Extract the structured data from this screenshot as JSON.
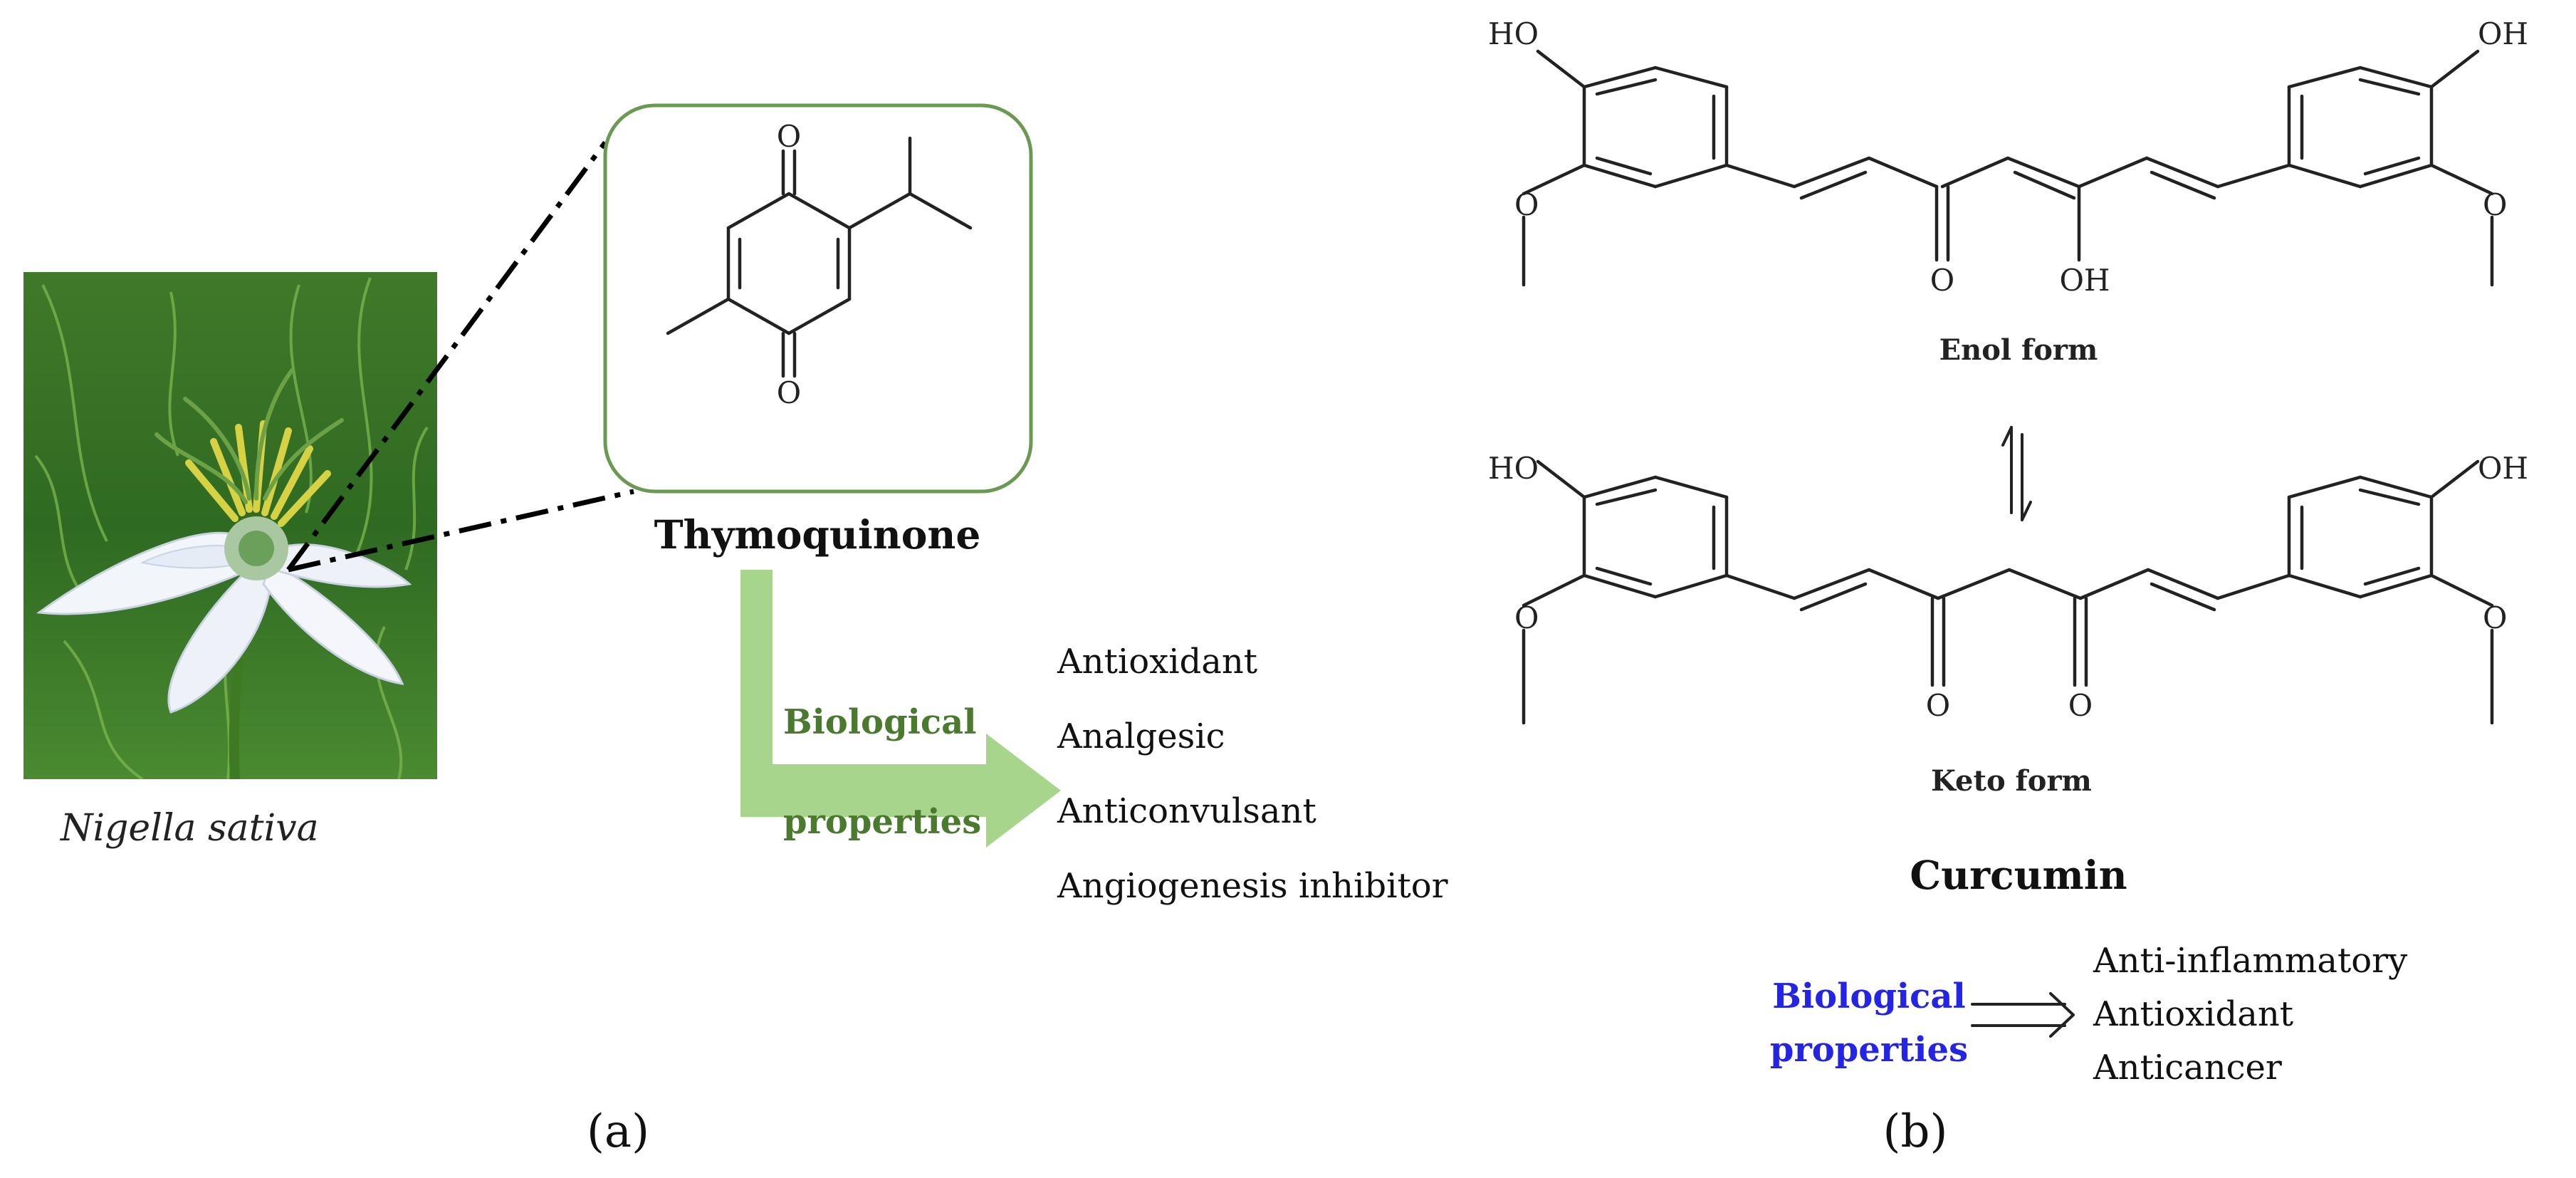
{
  "panel_a": {
    "plant_label": "Nigella sativa",
    "compound_name": "Thymoquinone",
    "atoms": {
      "o_top": "O",
      "o_bottom": "O"
    },
    "arrow_label_line1": "Biological",
    "arrow_label_line2": "properties",
    "properties": [
      "Antioxidant",
      "Analgesic",
      "Anticonvulsant",
      "Angiogenesis inhibitor"
    ],
    "panel_label": "(a)",
    "colors": {
      "frame": "#6a9a52",
      "arrow": "#a8d58c",
      "arrow_text": "#4a7a2e",
      "petal": "#f2f5fa",
      "stamen": "#d7d243",
      "leaf": "#4e8a2c"
    }
  },
  "panel_b": {
    "enol": {
      "oh_left": "HO",
      "oh_right": "OH",
      "o_methoxy_left": "O",
      "o_methoxy_right": "O",
      "o_ketone": "O",
      "oh_enol": "OH",
      "label": "Enol form"
    },
    "equilibrium_symbol": "⇌",
    "keto": {
      "oh_left": "HO",
      "oh_right": "OH",
      "o_methoxy_left": "O",
      "o_methoxy_right": "O",
      "o_ketone_left": "O",
      "o_ketone_right": "O",
      "label": "Keto form"
    },
    "compound_name": "Curcumin",
    "bio_label_line1": "Biological",
    "bio_label_line2": "properties",
    "properties": [
      "Anti-inflammatory",
      "Antioxidant",
      "Anticancer"
    ],
    "panel_label": "(b)",
    "colors": {
      "bio_label": "#2424e6"
    }
  }
}
